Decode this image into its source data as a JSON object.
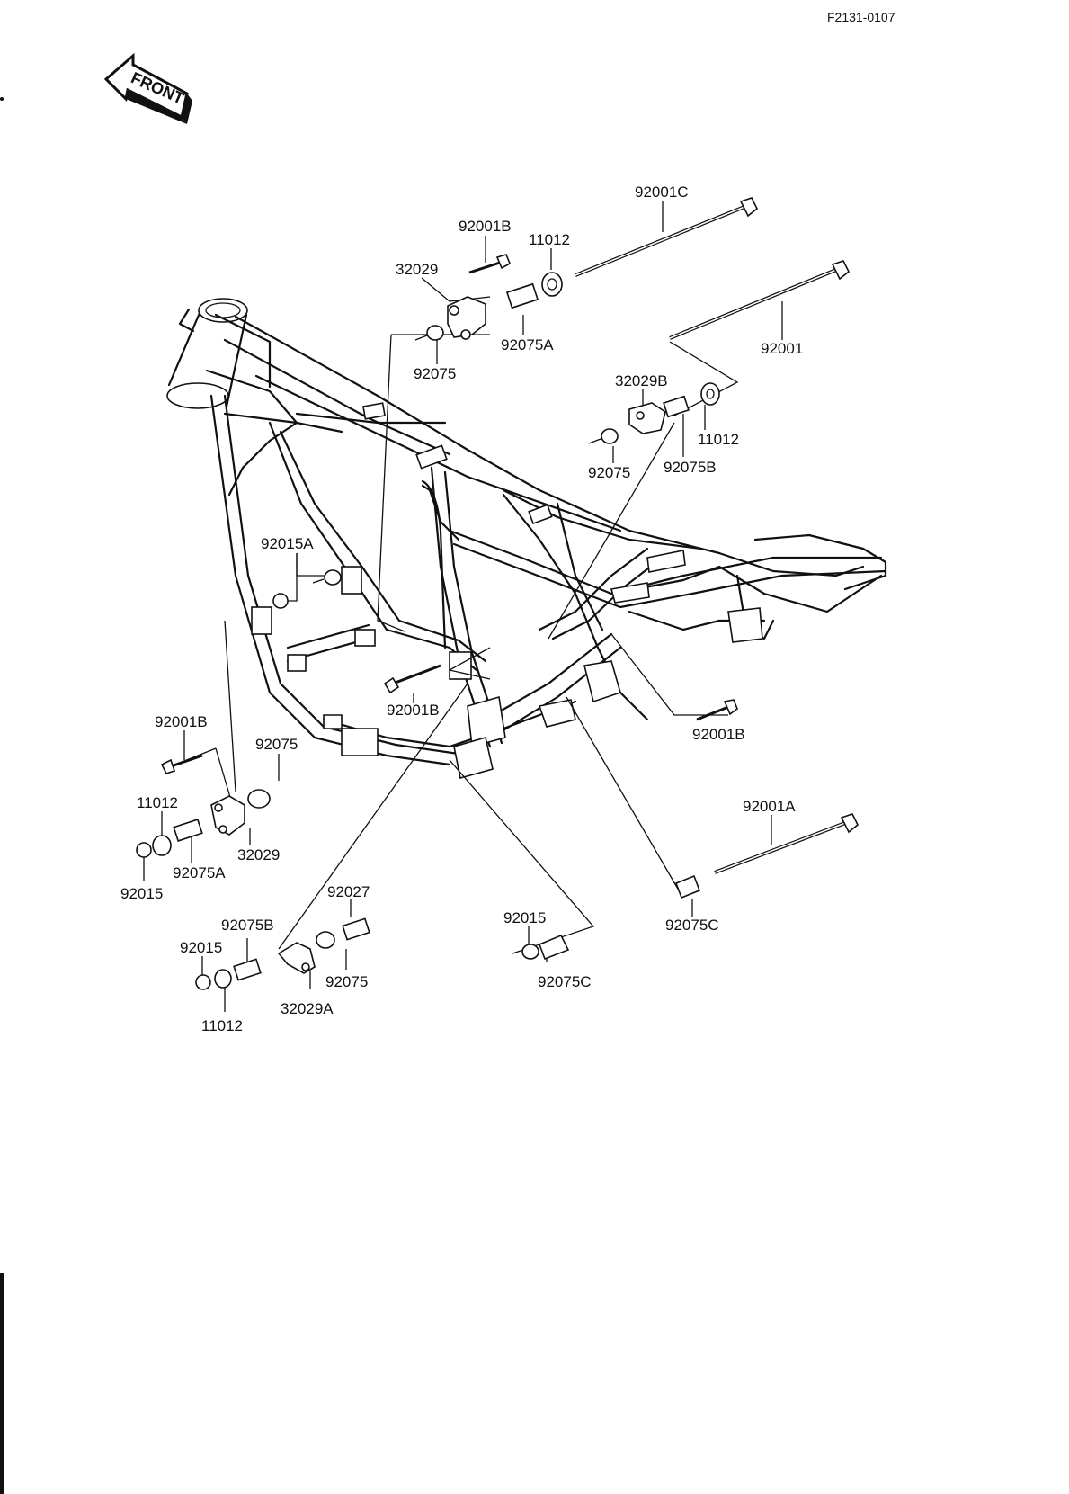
{
  "drawing_code": "F2131-0107",
  "front_arrow_text": "FRONT",
  "callouts": {
    "c_92001C": "92001C",
    "c_92001B_top": "92001B",
    "c_11012_top": "11012",
    "c_32029_top": "32029",
    "c_92075A_top": "92075A",
    "c_92075_top": "92075",
    "c_92001": "92001",
    "c_32029B": "32029B",
    "c_11012_right": "11012",
    "c_92075_right": "92075",
    "c_92075B_right": "92075B",
    "c_92015A": "92015A",
    "c_92001B_mid": "92001B",
    "c_92001B_right": "92001B",
    "c_92001B_left": "92001B",
    "c_92075_left": "92075",
    "c_11012_left": "11012",
    "c_32029_left": "32029",
    "c_92075A_left": "92075A",
    "c_92015_left": "92015",
    "c_92001A": "92001A",
    "c_92075C_right": "92075C",
    "c_92027": "92027",
    "c_92075B_bottom": "92075B",
    "c_92015_bottom": "92015",
    "c_32029A": "32029A",
    "c_92075_bottom": "92075",
    "c_11012_bottom": "11012",
    "c_92015_center": "92015",
    "c_92075C_center": "92075C"
  }
}
